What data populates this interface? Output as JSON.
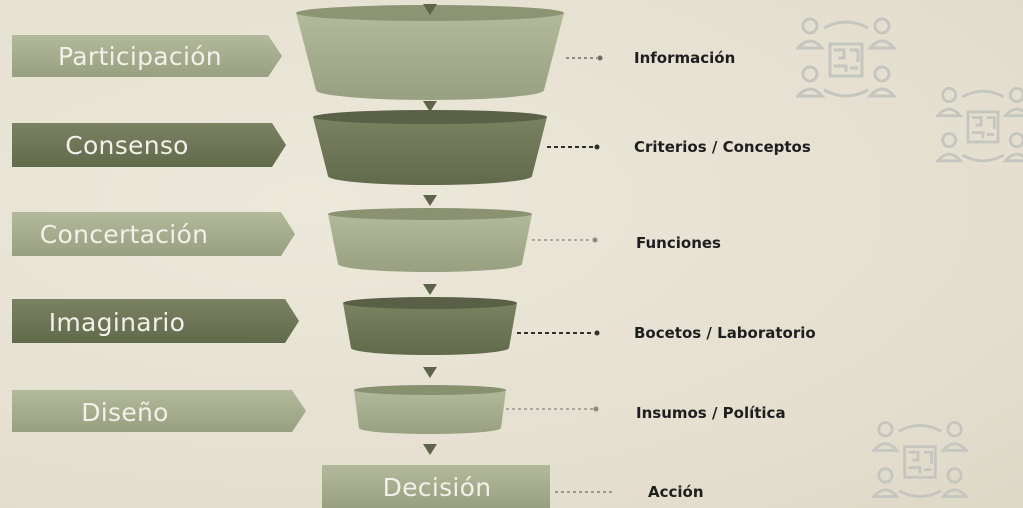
{
  "stages": [
    {
      "label": "Participación",
      "output": "Información",
      "tone": "light"
    },
    {
      "label": "Consenso",
      "output": "Criterios / Conceptos",
      "tone": "dark"
    },
    {
      "label": "Concertación",
      "output": "Funciones",
      "tone": "light"
    },
    {
      "label": "Imaginario",
      "output": "Bocetos / Laboratorio",
      "tone": "dark"
    },
    {
      "label": "Diseño",
      "output": "Insumos / Política",
      "tone": "light"
    }
  ],
  "final": {
    "label": "Decisión",
    "output": "Acción"
  },
  "colors": {
    "light_fill": "#a3ab8c",
    "dark_fill": "#6e7657",
    "pill_text": "#f2f0e8",
    "arrow": "#5d6449",
    "icon_stroke": "#c9c9c3",
    "background": "#e7e2d3"
  },
  "icons": [
    "team-blueprint-icon",
    "team-blueprint-icon",
    "team-blueprint-icon"
  ]
}
